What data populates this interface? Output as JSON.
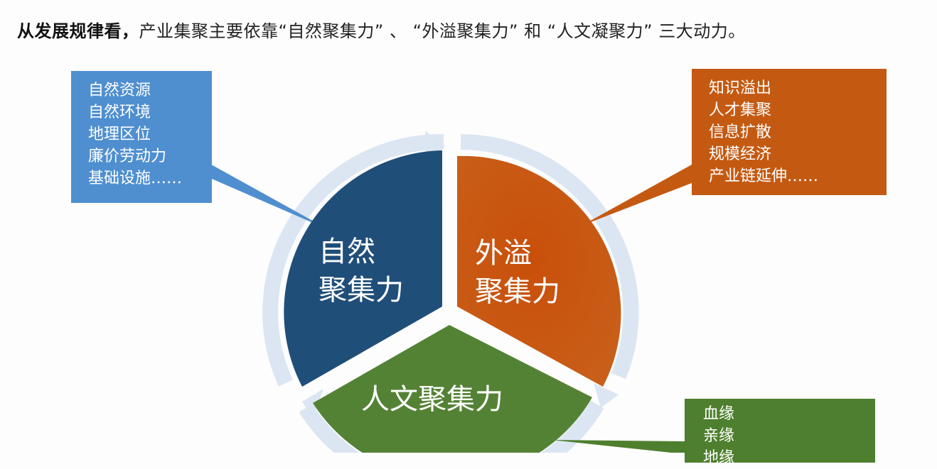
{
  "headline": {
    "bold": "从发展规律看，",
    "rest": "产业集聚主要依靠“自然聚集力” 、 “外溢聚集力” 和 “人文凝聚力” 三大动力。"
  },
  "diagram": {
    "colors": {
      "natural": "#1f4e79",
      "spillover": "#c55a11",
      "cultural": "#548235",
      "ring": "#dce6f2",
      "callout_blue": "#4f8fd0"
    },
    "sectors": {
      "natural": {
        "line1": "自然",
        "line2": "聚集力"
      },
      "spillover": {
        "line1": "外溢",
        "line2": "聚集力"
      },
      "cultural": {
        "line1": "人文聚集力"
      }
    },
    "callouts": {
      "natural": [
        "自然资源",
        "自然环境",
        "地理区位",
        "廉价劳动力",
        "基础设施……"
      ],
      "spillover": [
        "知识溢出",
        "人才集聚",
        "信息扩散",
        "规模经济",
        "产业链延伸……"
      ],
      "cultural": [
        "血缘",
        "亲缘",
        "地缘"
      ]
    }
  }
}
